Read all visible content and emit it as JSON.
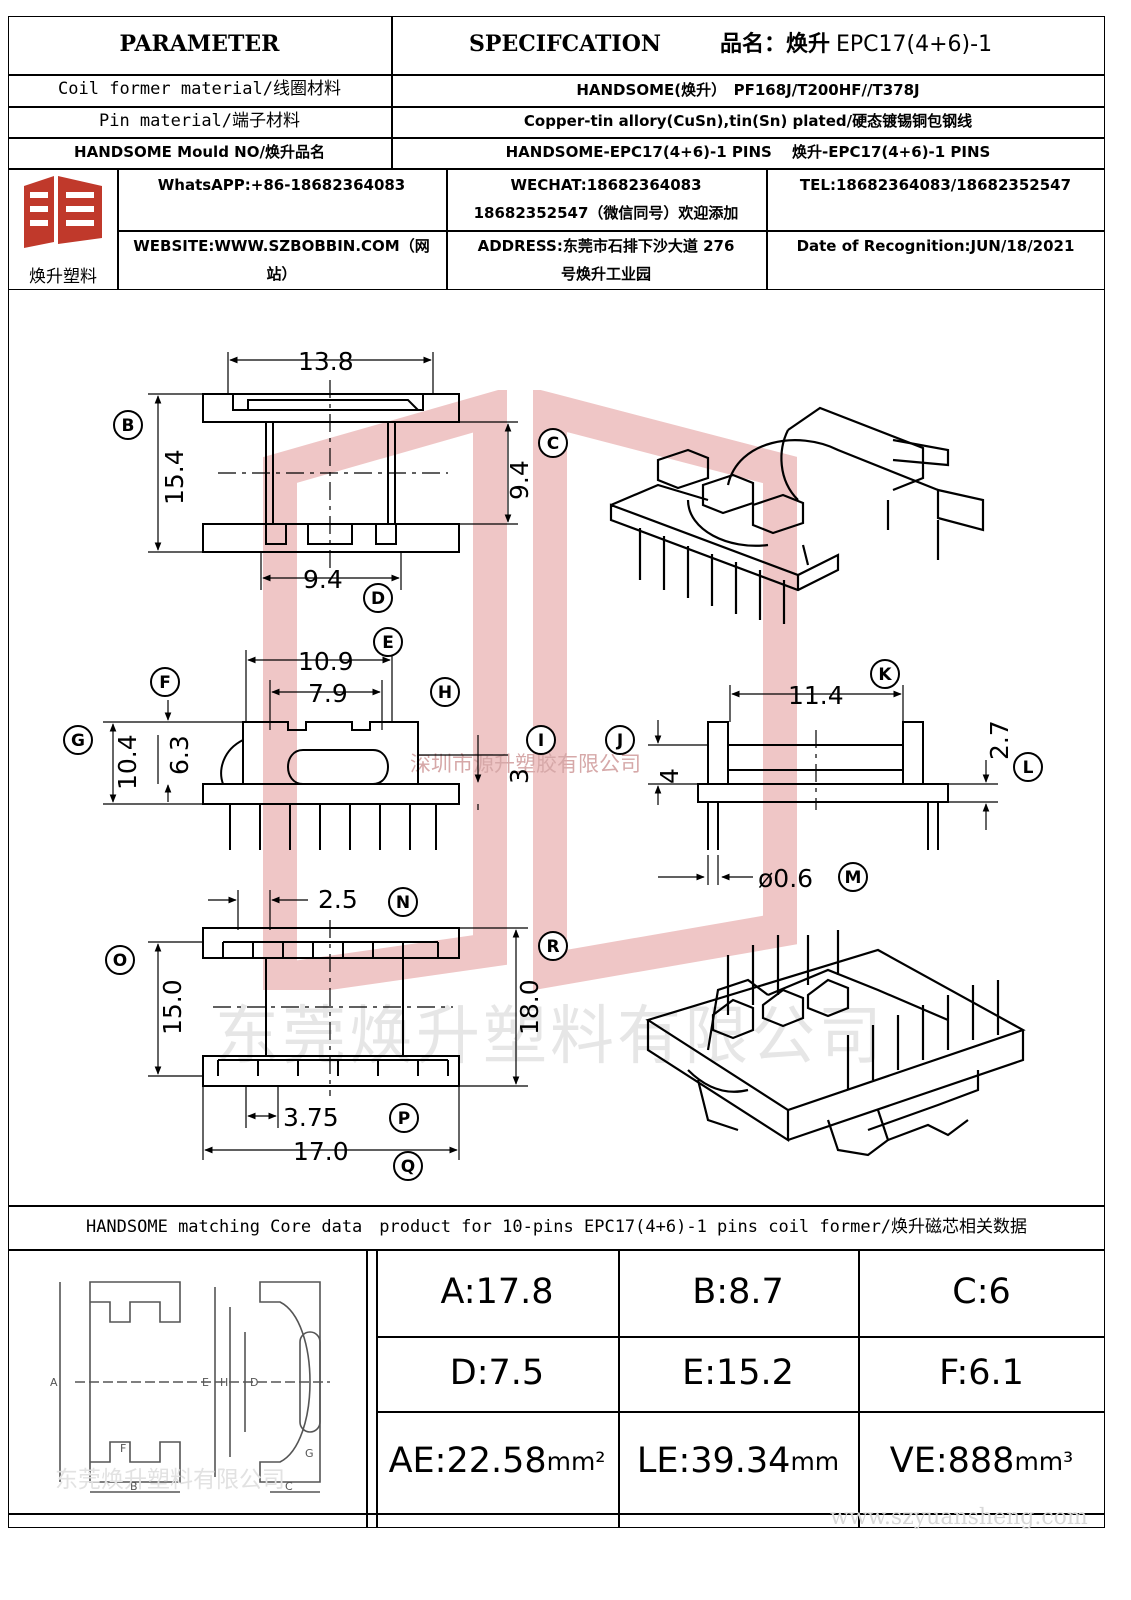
{
  "header": {
    "parameter": "PARAMETER",
    "specification": "SPECIFCATION",
    "product_name_label": "品名：焕升",
    "product_name_code": "EPC17(4+6)-1"
  },
  "params": [
    {
      "label": "Coil former material/线圈材料",
      "value": "HANDSOME(焕升）　PF168J/T200HF//T378J"
    },
    {
      "label": "Pin material/端子材料",
      "value": "Copper-tin allory(CuSn),tin(Sn) plated/硬态镀锡铜包钢线"
    },
    {
      "label": "HANDSOME Mould NO/焕升品名",
      "value": "HANDSOME-EPC17(4+6)-1 PINS　 焕升-EPC17(4+6)-1 PINS"
    }
  ],
  "contact": {
    "company_short": "焕升塑料",
    "whatsapp": "WhatsAPP:+86-18682364083",
    "wechat_line1": "WECHAT:18682364083",
    "wechat_line2": "18682352547（微信同号）欢迎添加",
    "tel": "TEL:18682364083/18682352547",
    "website_line1": "WEBSITE:WWW.SZBOBBIN.COM（网",
    "website_line2": "站）",
    "address_line1": "ADDRESS:东莞市石排下沙大道 276",
    "address_line2": "号焕升工业园",
    "date": "Date of Recognition:JUN/18/2021"
  },
  "watermarks": {
    "center_small": "深圳市源升塑胶有限公司",
    "center_large": "东莞焕升塑料有限公司",
    "bottom_left": "东莞焕升塑料有限公司",
    "bottom_right": "www.szyuansheng.com"
  },
  "drawing": {
    "top_view": {
      "width": "13.8",
      "height": "15.4",
      "inner": "9.4",
      "bottom": "9.4",
      "labels": [
        "B",
        "C",
        "D"
      ]
    },
    "side_view": {
      "e": "10.9",
      "h": "7.9",
      "g": "10.4",
      "f": "6.3",
      "i": "3",
      "labels": [
        "E",
        "F",
        "G",
        "H",
        "I"
      ]
    },
    "end_view": {
      "k": "11.4",
      "l": "2.7",
      "j": "4",
      "m": "ø0.6",
      "labels": [
        "J",
        "K",
        "L",
        "M"
      ]
    },
    "bottom_view": {
      "n": "2.5",
      "o": "15.0",
      "r": "18.0",
      "p": "3.75",
      "q": "17.0",
      "labels": [
        "N",
        "O",
        "P",
        "Q",
        "R"
      ]
    }
  },
  "core": {
    "title": "HANDSOME matching Core data　product for 10-pins EPC17(4+6)-1 pins coil former/焕升磁芯相关数据",
    "diagram_labels": [
      "A",
      "E",
      "H",
      "D",
      "F",
      "B",
      "C",
      "G"
    ],
    "cells": [
      [
        "A:17.8",
        "B:8.7",
        "C:6"
      ],
      [
        "D:7.5",
        "E:15.2",
        "F:6.1"
      ]
    ],
    "ae": {
      "label": "AE:22.58",
      "unit": "mm²"
    },
    "le": {
      "label": "LE:39.34",
      "unit": "mm"
    },
    "ve": {
      "label": "VE:888",
      "unit": "mm³"
    }
  },
  "colors": {
    "line": "#000000",
    "logo": "#c0392b",
    "watermark": "#e8b0b0"
  }
}
